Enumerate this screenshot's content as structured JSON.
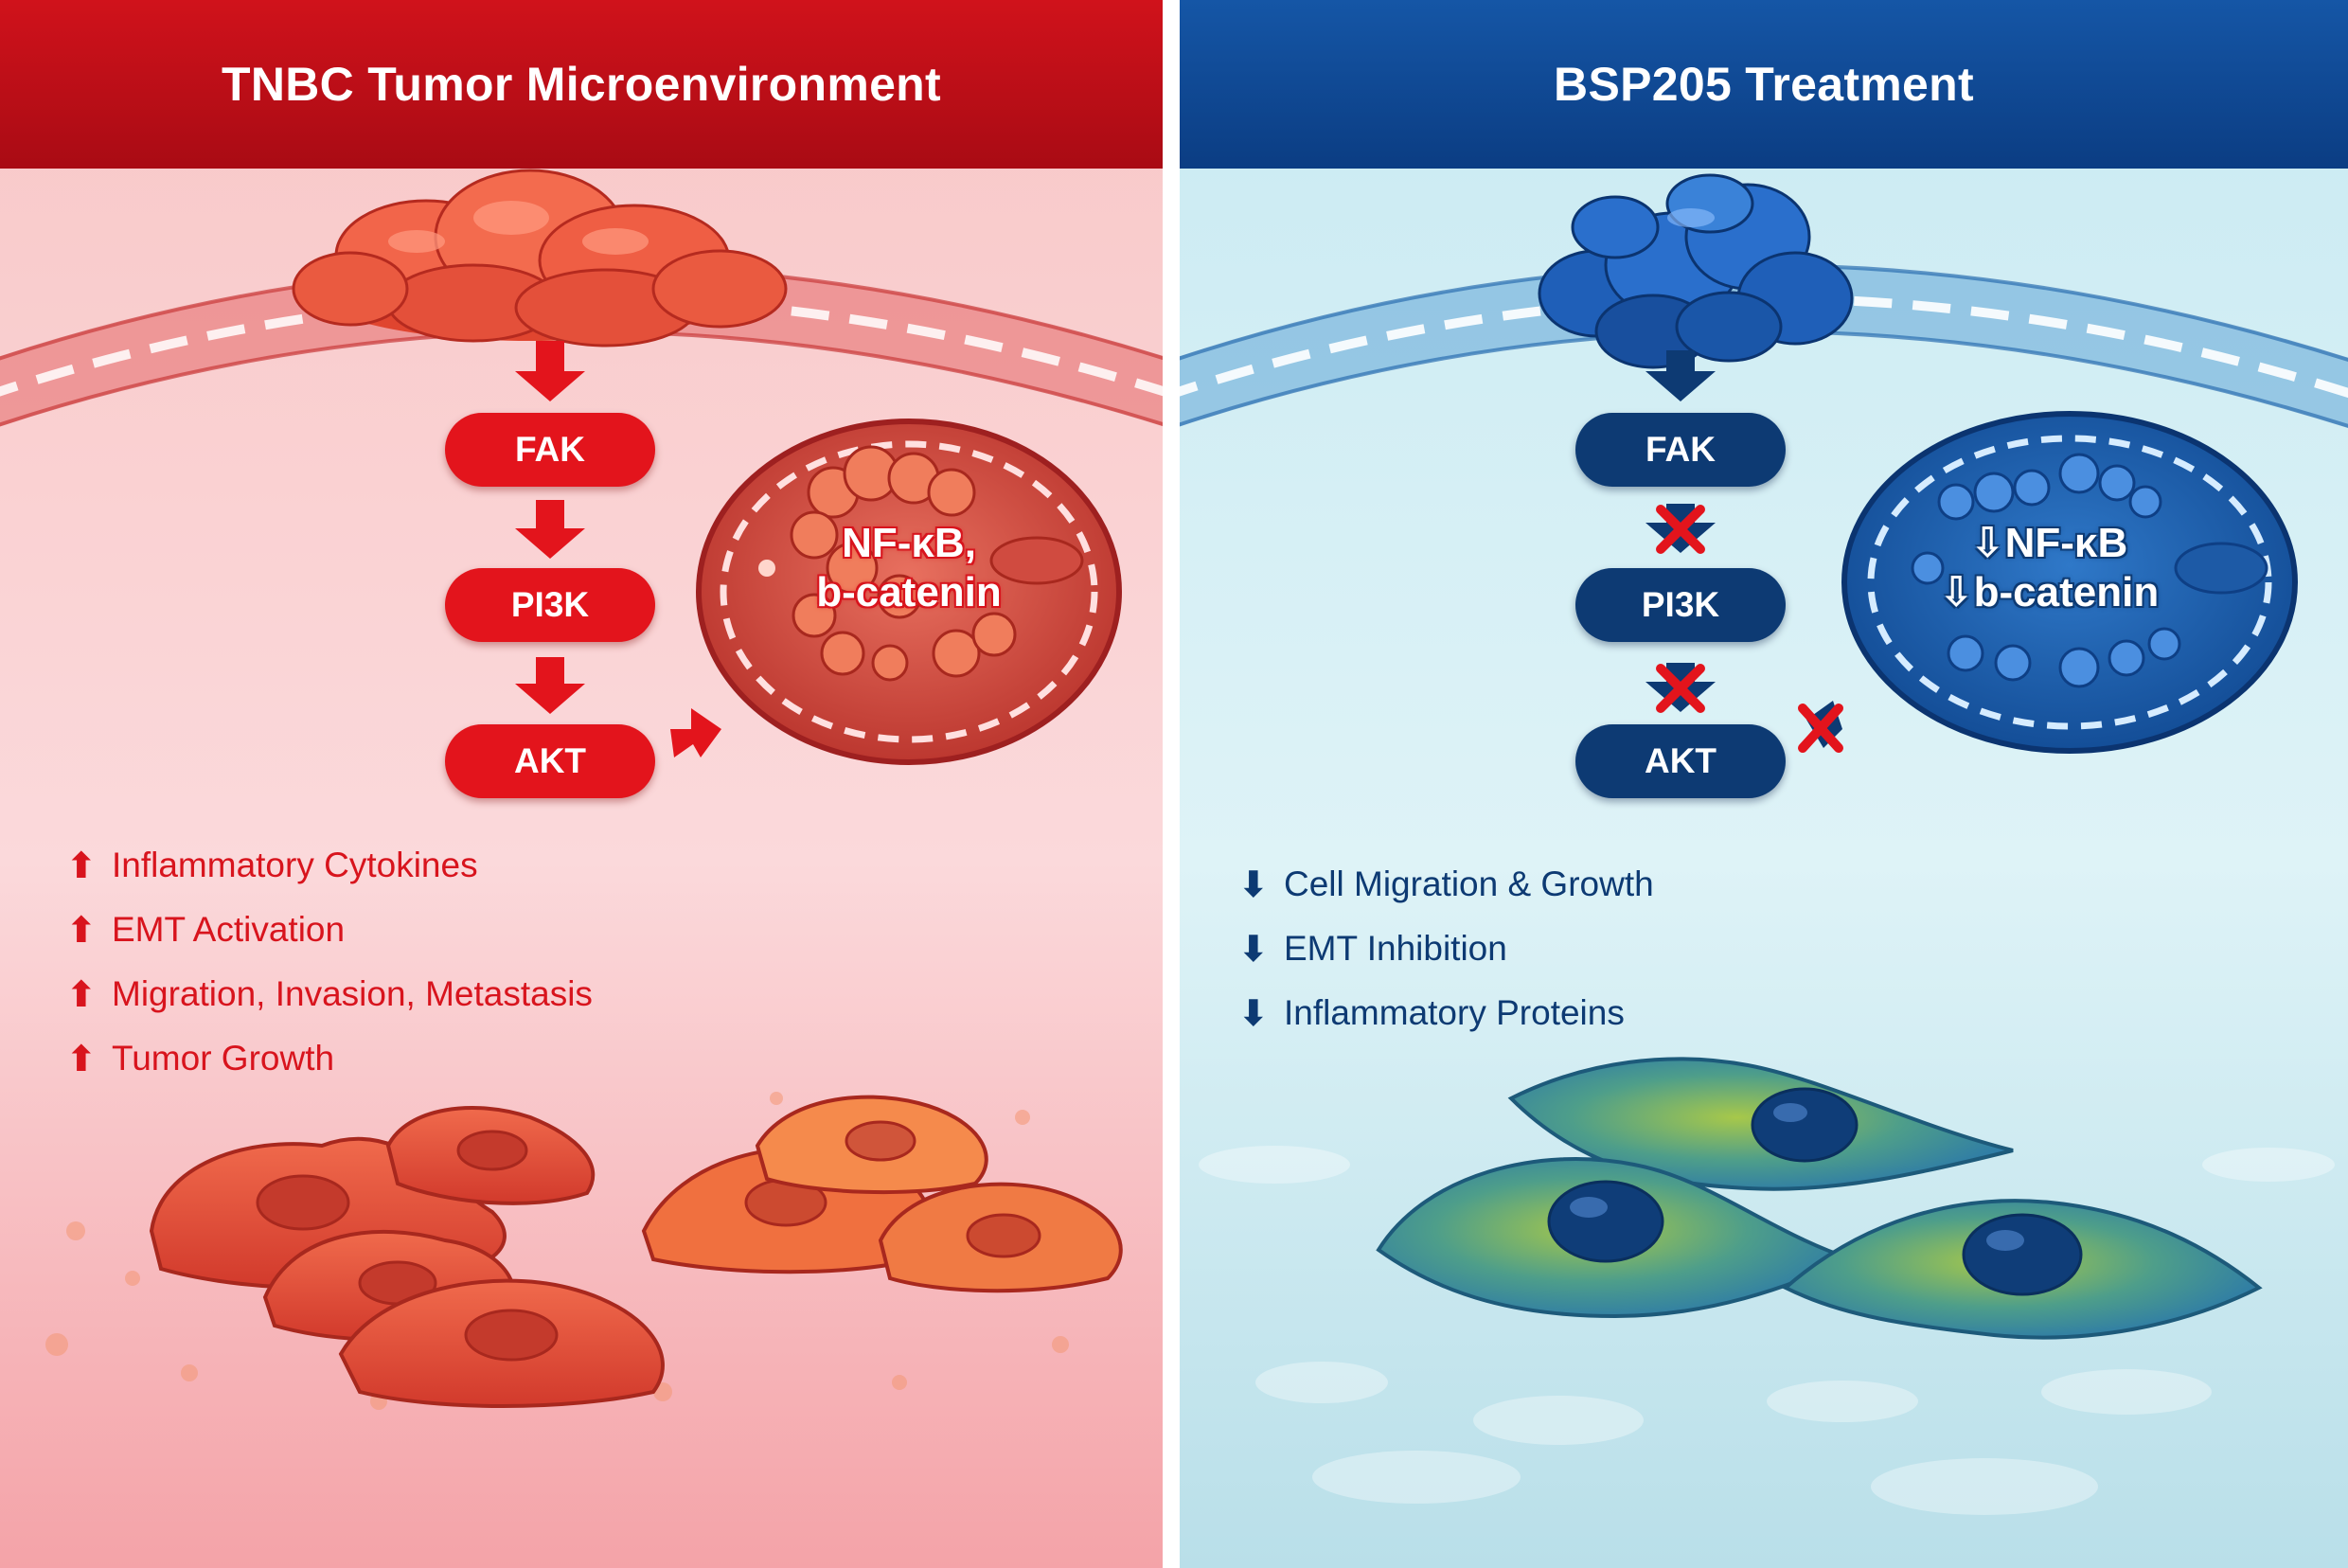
{
  "colors": {
    "left_accent": "#e3141c",
    "left_header": "#c0121b",
    "right_accent": "#0d3a73",
    "right_header": "#11509d"
  },
  "left": {
    "title": "TNBC Tumor Microenvironment",
    "pathway": [
      "FAK",
      "PI3K",
      "AKT"
    ],
    "nucleus_factors": [
      "NF-κB,",
      "b-catenin"
    ],
    "effects": [
      {
        "arrow": "⬆",
        "text": "Inflammatory Cytokines"
      },
      {
        "arrow": "⬆",
        "text": "EMT Activation"
      },
      {
        "arrow": "⬆",
        "text": "Migration, Invasion, Metastasis"
      },
      {
        "arrow": "⬆",
        "text": "Tumor Growth"
      }
    ]
  },
  "right": {
    "title": "BSP205 Treatment",
    "pathway": [
      "FAK",
      "PI3K",
      "AKT"
    ],
    "nucleus_factors": [
      "⇩NF-κB",
      "⇩b-catenin"
    ],
    "effects": [
      {
        "arrow": "⬇",
        "text": "Cell Migration & Growth"
      },
      {
        "arrow": "⬇",
        "text": "EMT Inhibition"
      },
      {
        "arrow": "⬇",
        "text": "Inflammatory Proteins"
      }
    ]
  }
}
